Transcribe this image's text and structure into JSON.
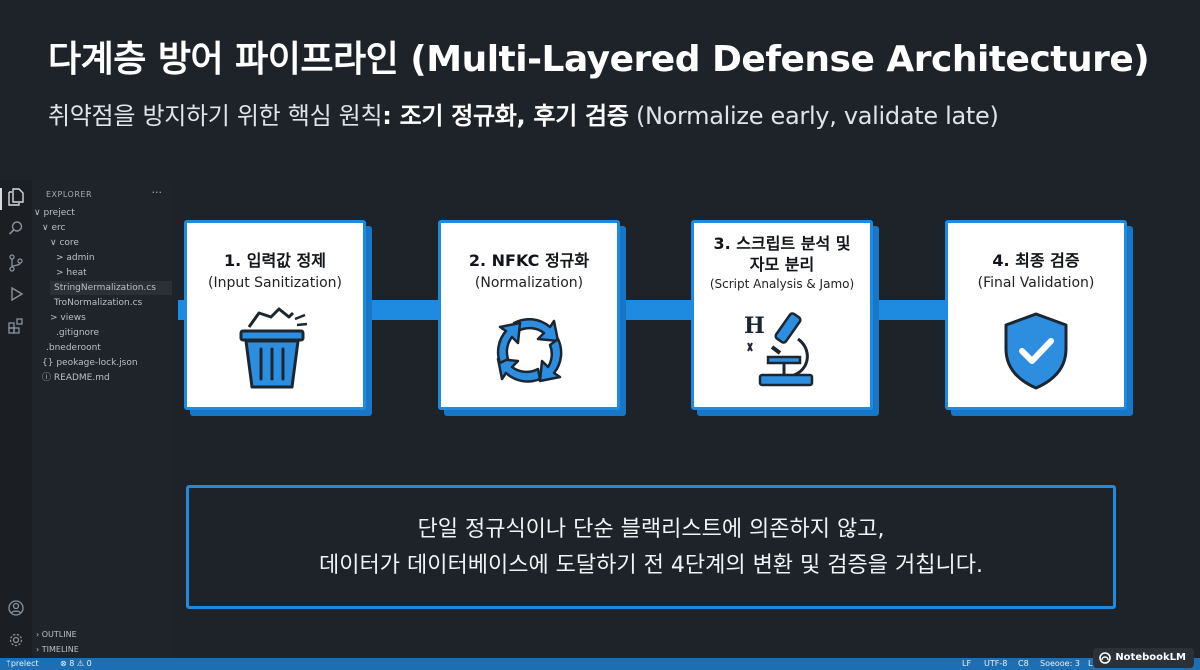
{
  "title": "다계층 방어 파이프라인 (Multi-Layered Defense Architecture)",
  "subtitle": {
    "prefix": "취약점을 방지하기 위한 핵심 원칙",
    "bold": ": 조기 정규화, 후기 검증",
    "suffix": " (Normalize early, validate late)"
  },
  "explorer": {
    "header": "EXPLORER",
    "more": "···",
    "items": [
      {
        "label": "preject",
        "arrow": "∨"
      },
      {
        "label": "erc",
        "arrow": "∨"
      },
      {
        "label": "core",
        "arrow": "∨"
      },
      {
        "label": "admin",
        "arrow": ">"
      },
      {
        "label": "heat",
        "arrow": ">"
      },
      {
        "label": "StringNermalization.cs",
        "arrow": ""
      },
      {
        "label": "TroNormalization.cs",
        "arrow": ""
      },
      {
        "label": "views",
        "arrow": ">"
      },
      {
        "label": ".gitignore",
        "arrow": ""
      },
      {
        "label": ".bnederoont",
        "arrow": ""
      },
      {
        "label": "peokage-lock.json",
        "arrow": ""
      },
      {
        "label": "README.md",
        "arrow": ""
      }
    ],
    "outline": "OUTLINE",
    "timeline": "TIMELINE"
  },
  "steps": [
    {
      "title": "1. 입력값 정제",
      "subtitle": "(Input Sanitization)",
      "icon": "trash-icon"
    },
    {
      "title": "2. NFKC 정규화",
      "subtitle": "(Normalization)",
      "icon": "cycle-arrows-icon"
    },
    {
      "title_line1": "3. 스크립트 분석 및",
      "title_line2": "자모 분리",
      "subtitle": "(Script Analysis & Jamo)",
      "icon": "microscope-icon"
    },
    {
      "title": "4. 최종 검증",
      "subtitle": "(Final Validation)",
      "icon": "shield-check-icon"
    }
  ],
  "note": {
    "line1": "단일 정규식이나 단순 블랙리스트에 의존하지 않고,",
    "line2": "데이터가 데이터베이스에 도달하기 전 4단계의 변환 및 검증을 거칩니다."
  },
  "statusbar": {
    "branch": "prelect",
    "problems": "⊗ 8 ⚠ 0",
    "eol": "LF",
    "encoding": "UTF-8",
    "lang": "C8",
    "spaces": "Soeooe: 3",
    "eol2": "LF"
  },
  "badge": "NotebookLM",
  "colors": {
    "accent": "#1f8be0",
    "background": "#1e2329",
    "statusbar": "#1c6fb3"
  }
}
